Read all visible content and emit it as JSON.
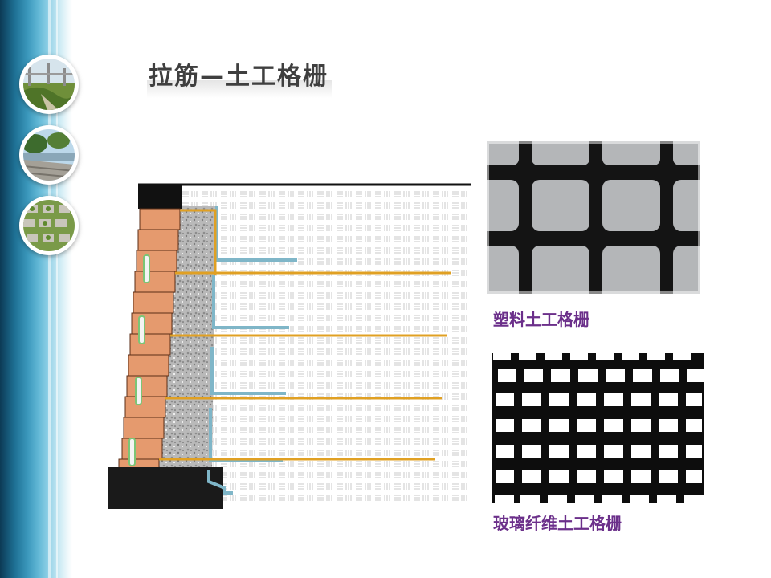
{
  "slide": {
    "title": "拉筋—土工格栅"
  },
  "thumbnails": [
    {
      "icon": "roadside-vegetation-slope-photo-icon"
    },
    {
      "icon": "riverbank-retaining-wall-photo-icon"
    },
    {
      "icon": "grass-paver-grid-photo-icon"
    }
  ],
  "figures": {
    "plastic_geogrid": {
      "caption": "塑料土工格栅"
    },
    "fiberglass_geogrid": {
      "caption": "玻璃纤维土工格栅"
    }
  },
  "colors": {
    "band_dark": "#0c3a55",
    "band_light": "#8fd0e6",
    "brick": "#e59a6e",
    "reinforcement": "#e0a023",
    "drain": "#7fb6c8",
    "footing": "#1a1a1a",
    "caption": "#6b2f8a"
  }
}
